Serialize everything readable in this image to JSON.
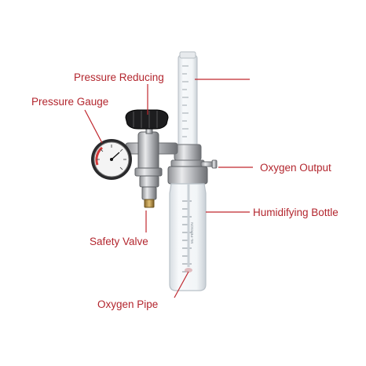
{
  "diagram": {
    "labels": {
      "pressure_reducing": "Pressure Reducing",
      "pressure_gauge": "Pressure Gauge",
      "oxygen_output": "Oxygen Output",
      "humidifying_bottle": "Humidifying Bottle",
      "safety_valve": "Safety Valve",
      "oxygen_pipe": "Oxygen Pipe"
    },
    "bottle_scale_text": "ML-PERSON",
    "colors": {
      "label_text": "#b3262e",
      "leader_line": "#c0282f",
      "background": "#ffffff"
    }
  }
}
